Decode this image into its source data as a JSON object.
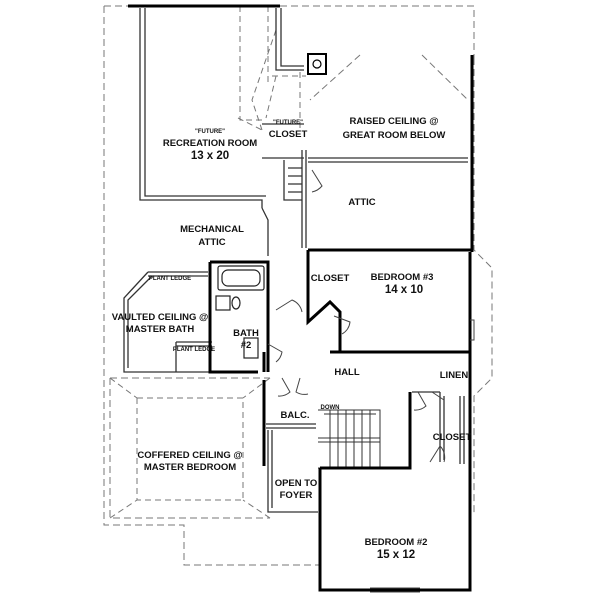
{
  "plan": {
    "rooms": {
      "recreation": {
        "future": "\"FUTURE\"",
        "name": "RECREATION ROOM",
        "size": "13 x 20"
      },
      "closet_future": {
        "future": "\"FUTURE\"",
        "name": "CLOSET"
      },
      "raised_ceiling": {
        "line1": "RAISED CEILING @",
        "line2": "GREAT ROOM BELOW"
      },
      "attic": {
        "name": "ATTIC"
      },
      "mechanical_attic": {
        "line1": "MECHANICAL",
        "line2": "ATTIC"
      },
      "closet_bed3": {
        "name": "CLOSET"
      },
      "bedroom3": {
        "name": "BEDROOM #3",
        "size": "14 x 10"
      },
      "plant_ledge_top": {
        "name": "PLANT LEDGE"
      },
      "vaulted_ceiling": {
        "line1": "VAULTED CEILING @",
        "line2": "MASTER BATH"
      },
      "plant_ledge_bottom": {
        "name": "PLANT LEDGE"
      },
      "bath2": {
        "line1": "BATH",
        "line2": "#2"
      },
      "hall": {
        "name": "HALL"
      },
      "linen": {
        "name": "LINEN"
      },
      "balcony": {
        "name": "BALC."
      },
      "down": {
        "name": "DOWN"
      },
      "closet_bed2": {
        "name": "CLOSET"
      },
      "coffered_ceiling": {
        "line1": "COFFERED CEILING @",
        "line2": "MASTER BEDROOM"
      },
      "open_to_foyer": {
        "line1": "OPEN TO",
        "line2": "FOYER"
      },
      "bedroom2": {
        "name": "BEDROOM #2",
        "size": "15 x 12"
      }
    }
  }
}
